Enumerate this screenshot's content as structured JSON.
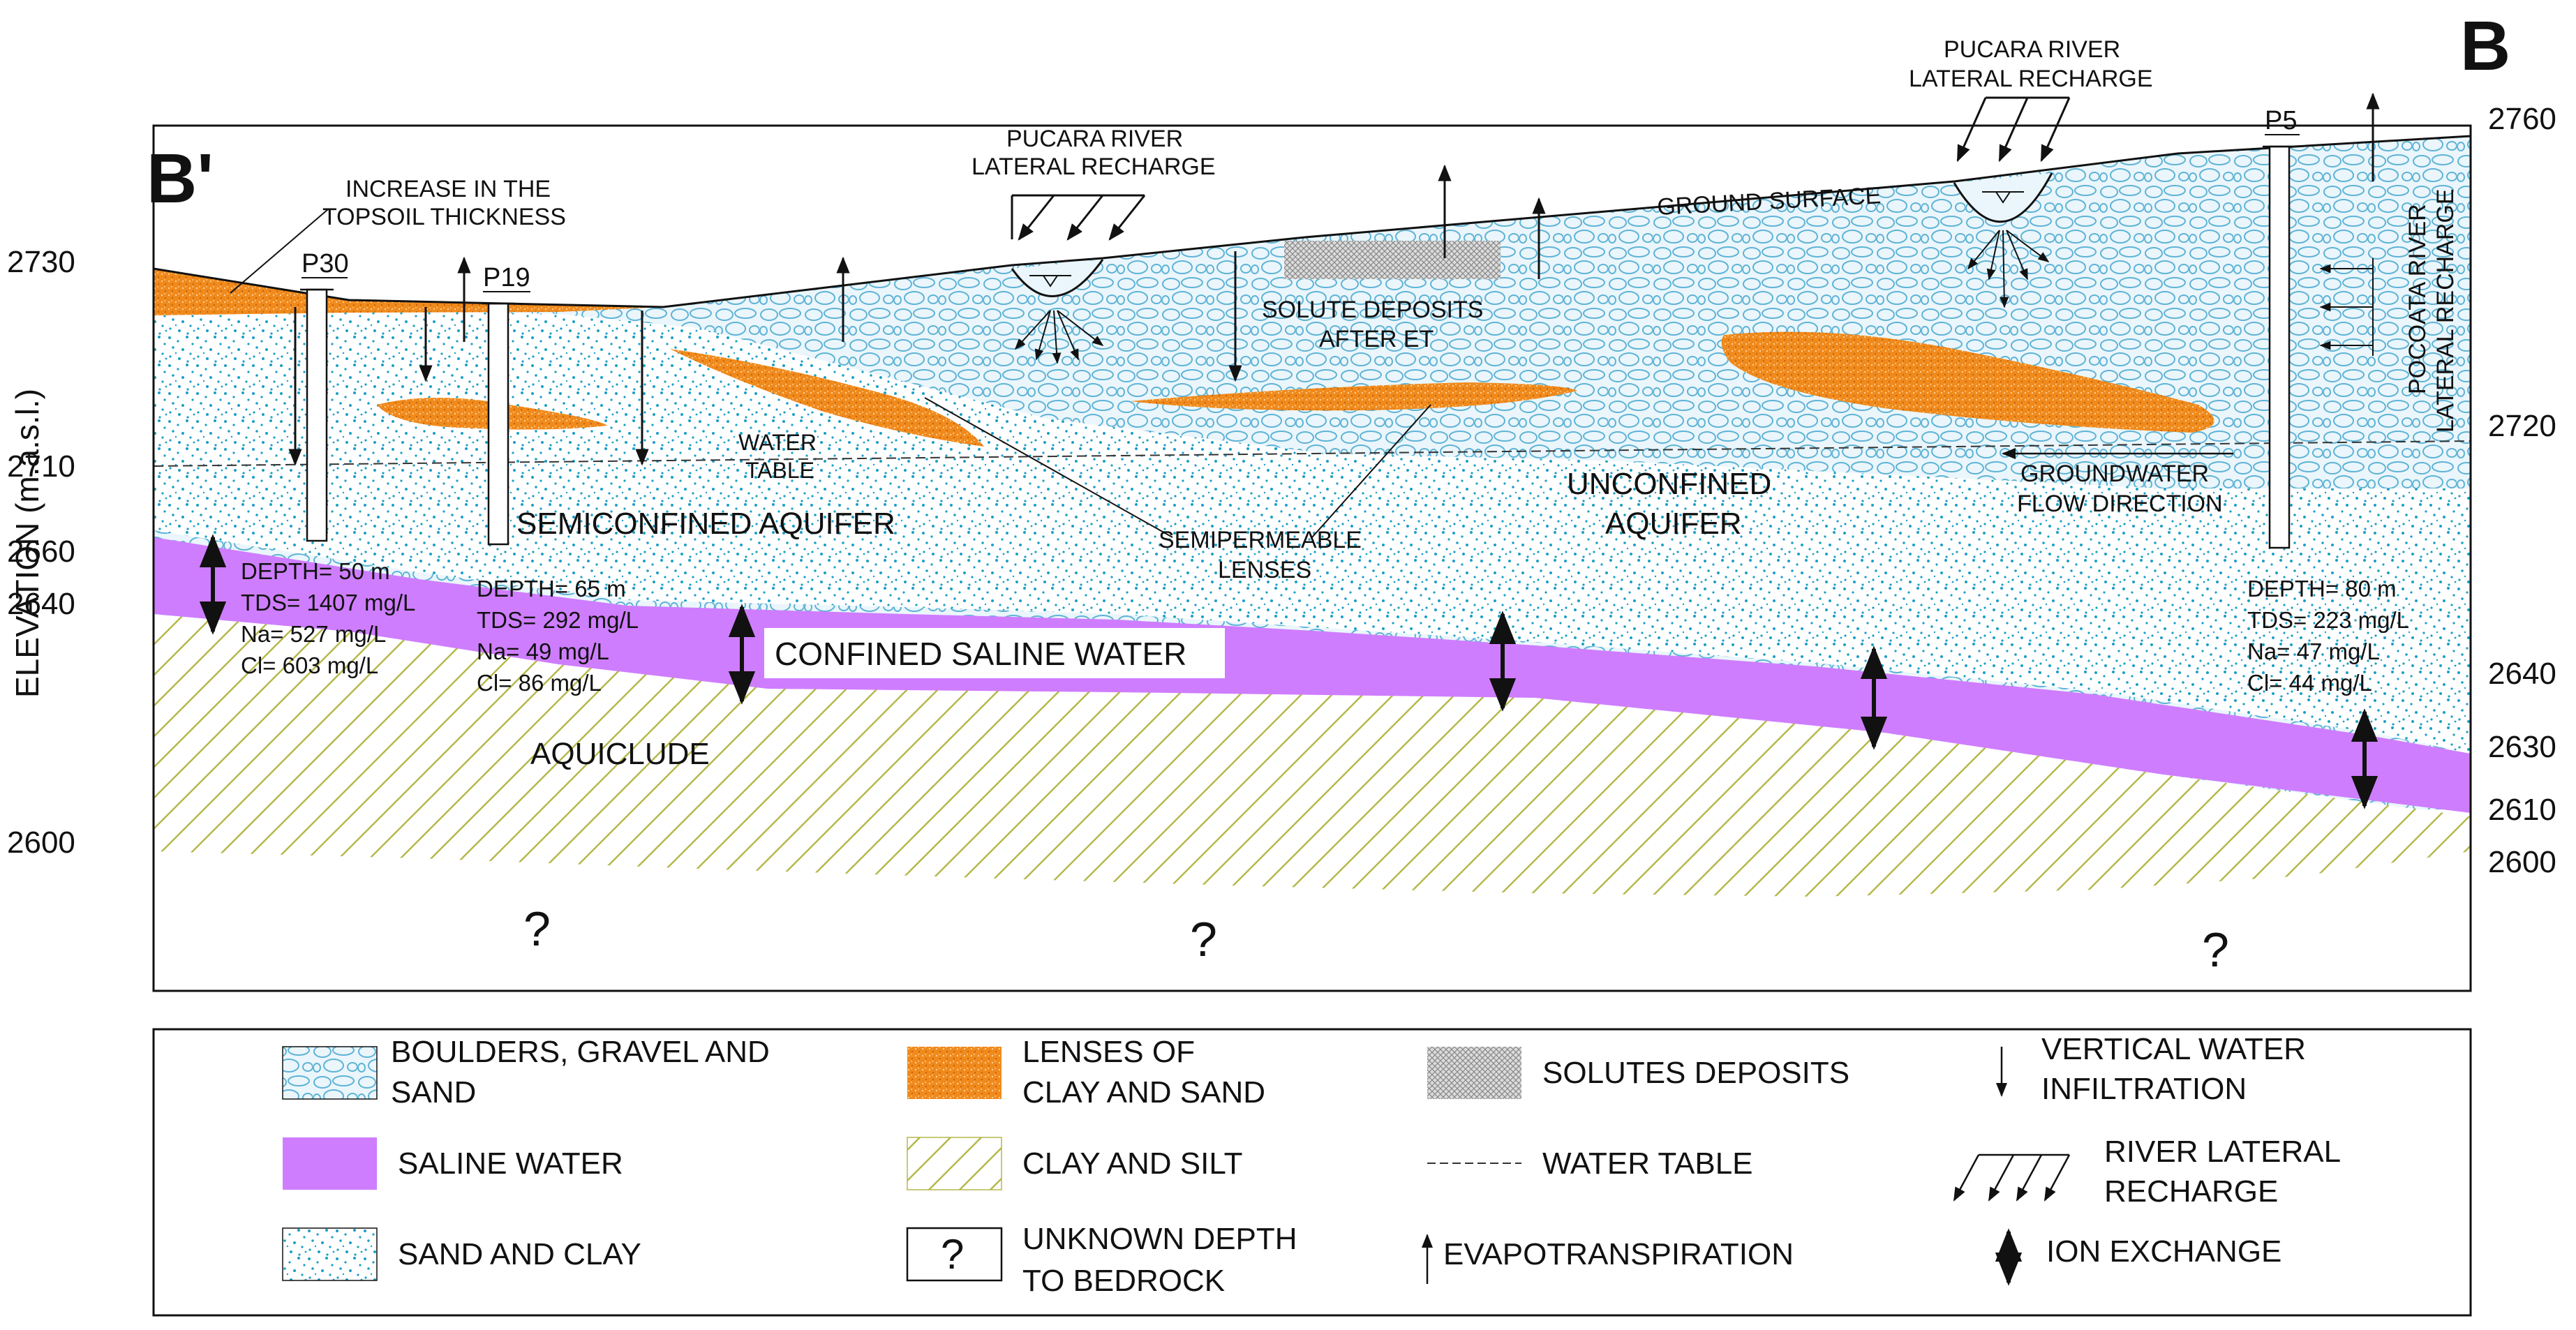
{
  "section": {
    "left_end": "B'",
    "right_end": "B",
    "elevation_axis_label": "ELEVATION (m.a.s.l.)",
    "left_elevations": [
      "2730",
      "2710",
      "2660",
      "2640",
      "2600"
    ],
    "right_elevations": [
      "2760",
      "2720",
      "2640",
      "2630",
      "2610",
      "2600"
    ]
  },
  "annotations": {
    "topsoil": [
      "INCREASE IN THE",
      "TOPSOIL THICKNESS"
    ],
    "pucara_left": [
      "PUCARA RIVER",
      "LATERAL RECHARGE"
    ],
    "pucara_right": [
      "PUCARA RIVER",
      "LATERAL RECHARGE"
    ],
    "ground_surface": "GROUND SURFACE",
    "solute_deposits": [
      "SOLUTE DEPOSITS",
      "AFTER ET"
    ],
    "water_table": [
      "WATER",
      "TABLE"
    ],
    "semiconfined": "SEMICONFINED AQUIFER",
    "semipermeable": [
      "SEMIPERMEABLE",
      "LENSES"
    ],
    "unconfined": [
      "UNCONFINED",
      "AQUIFER"
    ],
    "groundwater_flow": [
      "GROUNDWATER",
      "FLOW DIRECTION"
    ],
    "pocoata": [
      "POCOATA RIVER",
      "LATERAL RECHARGE"
    ],
    "confined_saline": "CONFINED SALINE WATER",
    "aquiclude": "AQUICLUDE",
    "unknown_marks": [
      "?",
      "?",
      "?"
    ]
  },
  "wells": [
    {
      "name": "P30",
      "info": [
        "DEPTH= 50 m",
        "TDS= 1407 mg/L",
        "Na= 527 mg/L",
        "Cl= 603 mg/L"
      ]
    },
    {
      "name": "P19",
      "info": [
        "DEPTH= 65 m",
        "TDS= 292 mg/L",
        "Na= 49 mg/L",
        "Cl= 86 mg/L"
      ]
    },
    {
      "name": "P5",
      "info": [
        "DEPTH= 80 m",
        "TDS= 223 mg/L",
        "Na= 47 mg/L",
        "Cl= 44 mg/L"
      ]
    }
  ],
  "legend": {
    "boulders": [
      "BOULDERS, GRAVEL AND",
      "SAND"
    ],
    "saline": "SALINE WATER",
    "sand_clay": "SAND AND CLAY",
    "lenses": [
      "LENSES OF",
      "CLAY AND SAND"
    ],
    "clay_silt": "CLAY AND SILT",
    "unknown": [
      "UNKNOWN DEPTH",
      "TO BEDROCK"
    ],
    "unknown_symbol": "?",
    "solutes": "SOLUTES DEPOSITS",
    "water_table": "WATER TABLE",
    "evapotranspiration": "EVAPOTRANSPIRATION",
    "vertical_infiltration": [
      "VERTICAL WATER",
      "INFILTRATION"
    ],
    "river_recharge": [
      "RIVER LATERAL",
      "RECHARGE"
    ],
    "ion_exchange": "ION EXCHANGE"
  },
  "colors": {
    "boulder_stroke": "#5fb3d6",
    "boulder_fill": "#e8f5fb",
    "sand_dot": "#1a9fc6",
    "lens": "#f08a1c",
    "saline": "#cf7dff",
    "clay_line": "#b5b84a"
  }
}
